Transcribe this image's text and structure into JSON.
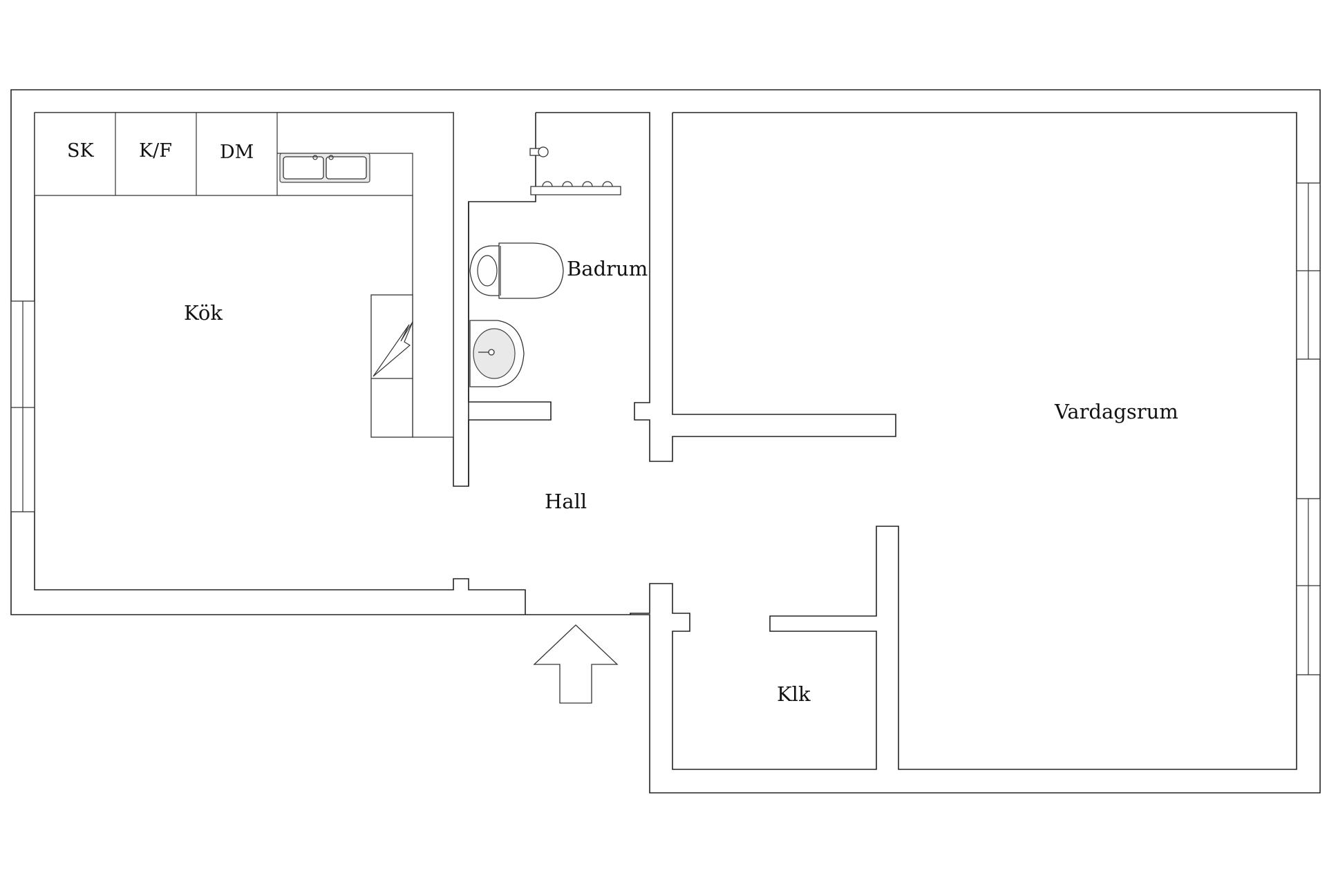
{
  "rooms": {
    "kok": "Kök",
    "badrum": "Badrum",
    "hall": "Hall",
    "vardagsrum": "Vardagsrum",
    "klk": "Klk"
  },
  "appliances": {
    "sk": "SK",
    "kf": "K/F",
    "dm": "DM"
  },
  "colors": {
    "wall_stroke": "#222222",
    "background": "#ffffff",
    "wall_fill": "#ffffff"
  },
  "icons": [
    "entrance-arrow-icon",
    "sink-icon",
    "toilet-icon",
    "washbasin-icon",
    "towel-rail-icon",
    "tap-icon",
    "stove-icon"
  ]
}
